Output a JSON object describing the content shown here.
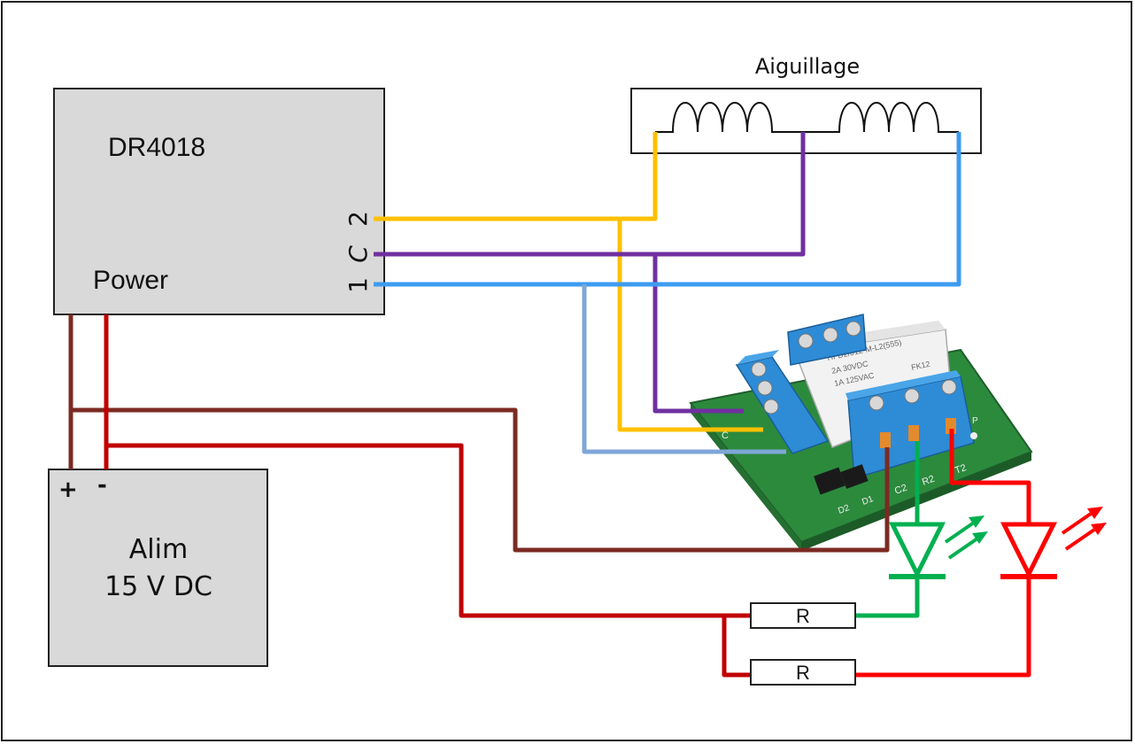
{
  "diagram": {
    "decoder": {
      "title": "DR4018",
      "power_label": "Power",
      "pin_2": "2",
      "pin_c": "C",
      "pin_1": "1"
    },
    "turnout": {
      "title": "Aiguillage"
    },
    "power_supply": {
      "plus": "+",
      "minus": "-",
      "line1": "Alim",
      "line2": "15 V DC"
    },
    "resistors": [
      {
        "label": "R"
      },
      {
        "label": "R"
      }
    ],
    "relay_board": {
      "relay_text_1": "HFD2/012-M-L2(555)",
      "relay_text_2": "2A 30VDC",
      "relay_text_3": "1A 125VAC",
      "relay_text_4": "FK12",
      "pcb_labels": [
        "C",
        "R2",
        "T2",
        "D2",
        "D1",
        "C2",
        "P"
      ]
    },
    "colors": {
      "wire_pin2": "#ffc000",
      "wire_common": "#7030a0",
      "wire_pin1": "#3d9bf0",
      "wire_pin1_light": "#7fa7d8",
      "wire_plus": "#7b2b23",
      "wire_minus": "#c00000",
      "led_green": "#00b050",
      "led_red": "#ff0000",
      "box_fill": "#d9d9d9",
      "pcb_green": "#2c8a3d",
      "terminal_blue": "#2e8bd6"
    }
  }
}
